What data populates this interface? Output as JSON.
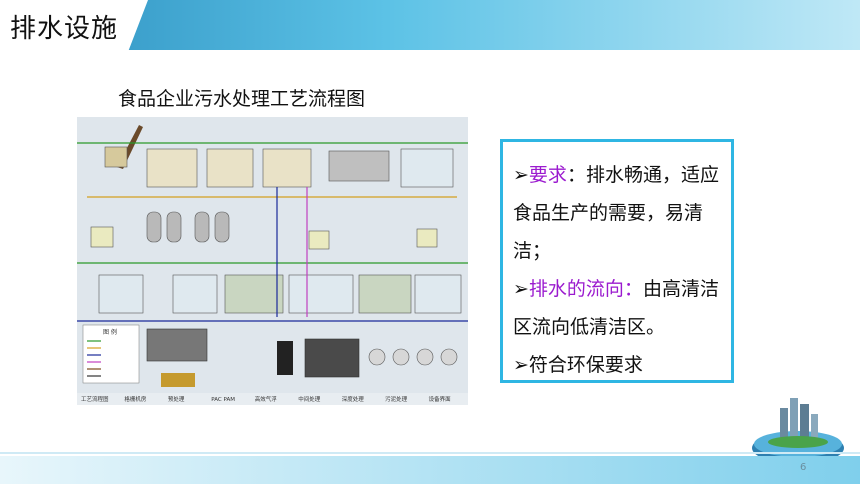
{
  "header": {
    "title": "排水设施"
  },
  "diagram": {
    "title": "食品企业污水处理工艺流程图",
    "legend_title": "图 例",
    "bottom_sections": [
      "工艺流程图",
      "格栅机房",
      "预处理",
      "PAC PAM",
      "高效气浮",
      "中间处理",
      "深度处理",
      "污泥处理",
      "设备界面"
    ]
  },
  "info": {
    "item1_label": "要求",
    "item1_text": "：排水畅通，适应食品生产的需要，易清洁；",
    "item2_label": "排水的流向：",
    "item2_text": "由高清洁区流向低清洁区。",
    "item3_text": "符合环保要求",
    "bullet": "➢"
  },
  "footer": {
    "page_number": "6"
  },
  "colors": {
    "accent": "#2fb6e3",
    "highlight": "#9b1bcf",
    "header_start": "#2c8fbf"
  }
}
